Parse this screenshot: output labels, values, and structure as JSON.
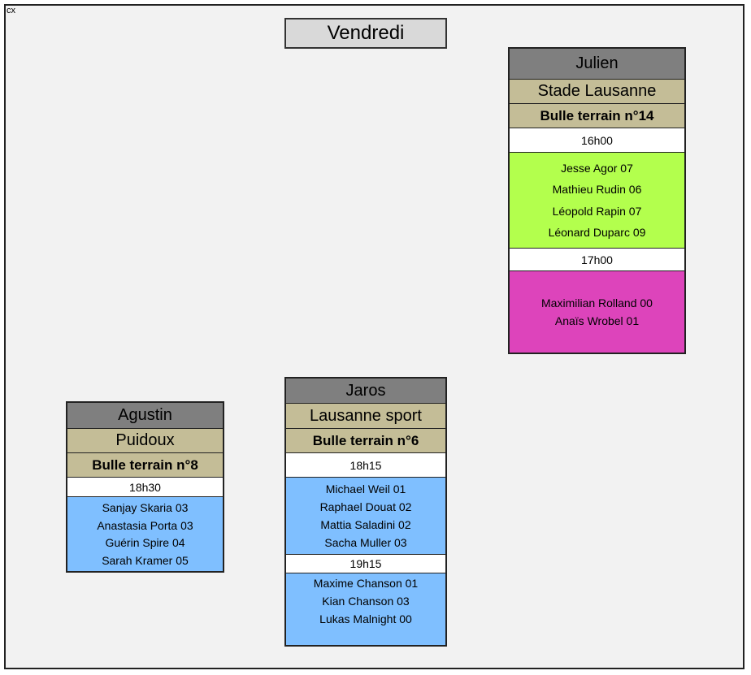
{
  "corner_label": "cx",
  "day_title": "Vendredi",
  "cards": {
    "julien": {
      "name": "Julien",
      "venue": "Stade Lausanne",
      "court": "Bulle terrain n°14",
      "slot1_time": "16h00",
      "slot1_players": [
        "Jesse Agor 07",
        "Mathieu Rudin 06",
        "Léopold Rapin 07",
        "Léonard Duparc 09"
      ],
      "slot2_time": "17h00",
      "slot2_players": [
        "Maximilian Rolland 00",
        "Anaïs Wrobel 01"
      ]
    },
    "agustin": {
      "name": "Agustin",
      "venue": "Puidoux",
      "court": "Bulle terrain n°8",
      "slot1_time": "18h30",
      "slot1_players": [
        "Sanjay Skaria 03",
        "Anastasia Porta 03",
        "Guérin Spire 04",
        "Sarah Kramer 05"
      ]
    },
    "jaros": {
      "name": "Jaros",
      "venue": "Lausanne sport",
      "court": "Bulle terrain n°6",
      "slot1_time": "18h15",
      "slot1_players": [
        "Michael Weil 01",
        "Raphael Douat 02",
        "Mattia Saladini 02",
        "Sacha Muller 03"
      ],
      "slot2_time": "19h15",
      "slot2_players": [
        "Maxime Chanson 01",
        "Kian Chanson 03",
        "Lukas Malnight 00"
      ]
    }
  },
  "colors": {
    "header_gray": "#7f7f7f",
    "venue_tan": "#c4bd97",
    "green_group": "#b3ff4d",
    "pink_group": "#dd44bb",
    "blue_group": "#7fbfff"
  }
}
